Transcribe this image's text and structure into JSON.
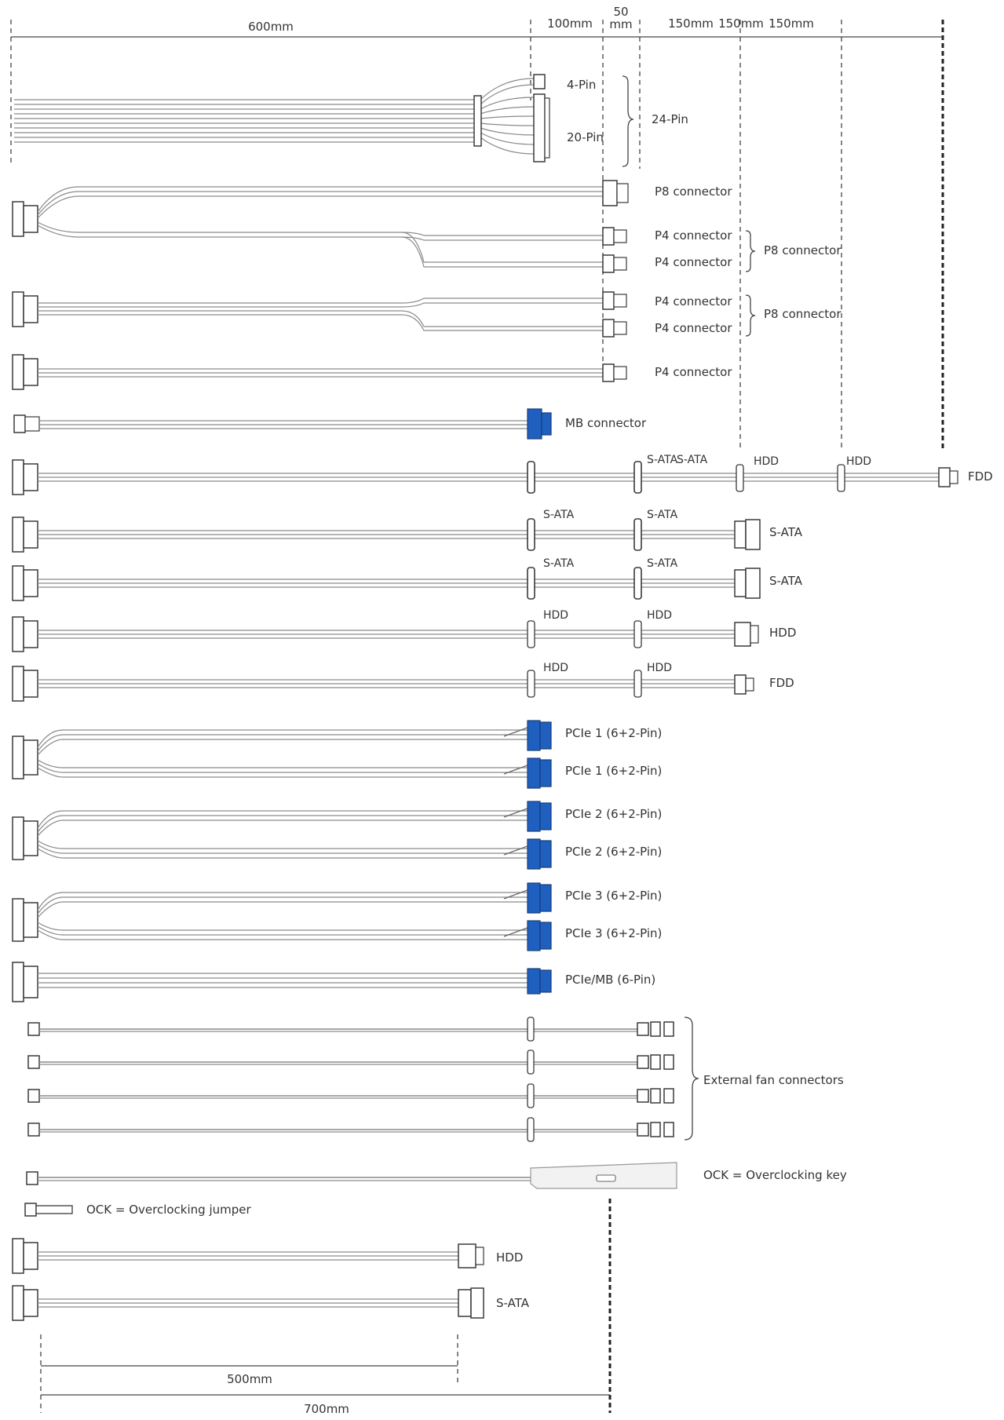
{
  "colors": {
    "wire": "#8a8a8a",
    "wire_light": "#b5b5b5",
    "outline": "#3a3a3a",
    "accent_blue": "#1f5fbf",
    "text": "#333333"
  },
  "dimensions_top": {
    "seg1": "600mm",
    "seg2": "100mm",
    "seg3_line1": "50",
    "seg3_line2": "mm",
    "seg4": "150mm",
    "seg5": "150mm",
    "seg6": "150mm"
  },
  "dimensions_bottom": {
    "short": "500mm",
    "long": "700mm"
  },
  "atx": {
    "pin4": "4-Pin",
    "pin20": "20-Pin",
    "pin24": "24-Pin"
  },
  "cpu": {
    "p8": "P8 connector",
    "p4_a": "P4 connector",
    "p4_b": "P4 connector",
    "p8_group_a": "P8 connector",
    "p4_c": "P4 connector",
    "p4_d": "P4 connector",
    "p8_group_b": "P8 connector",
    "p4_single": "P4 connector"
  },
  "mb": {
    "label": "MB connector"
  },
  "peripheral": {
    "row1": {
      "c1": "S-ATA",
      "c2": "S-ATA",
      "c3": "HDD",
      "c4": "HDD",
      "end": "FDD"
    },
    "row2": {
      "c1": "S-ATA",
      "c2": "S-ATA",
      "end": "S-ATA"
    },
    "row3": {
      "c1": "S-ATA",
      "c2": "S-ATA",
      "end": "S-ATA"
    },
    "row4": {
      "c1": "HDD",
      "c2": "HDD",
      "end": "HDD"
    },
    "row5": {
      "c1": "HDD",
      "c2": "HDD",
      "end": "FDD"
    }
  },
  "pcie": {
    "p1a": "PCIe 1 (6+2-Pin)",
    "p1b": "PCIe 1 (6+2-Pin)",
    "p2a": "PCIe 2 (6+2-Pin)",
    "p2b": "PCIe 2 (6+2-Pin)",
    "p3a": "PCIe 3 (6+2-Pin)",
    "p3b": "PCIe 3 (6+2-Pin)",
    "mb6": "PCIe/MB (6-Pin)"
  },
  "fans": {
    "label": "External fan connectors"
  },
  "ock": {
    "key": "OCK = Overclocking key",
    "jumper": "OCK = Overclocking jumper"
  },
  "bottom": {
    "hdd": "HDD",
    "sata": "S-ATA"
  }
}
